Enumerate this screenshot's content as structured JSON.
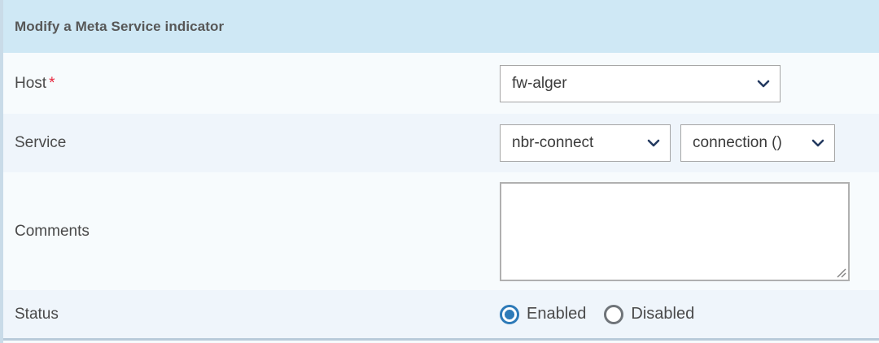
{
  "header": {
    "title": "Modify a Meta Service indicator"
  },
  "form": {
    "rows": [
      {
        "label": "Host",
        "required_marker": "*"
      },
      {
        "label": "Service"
      },
      {
        "label": "Comments"
      },
      {
        "label": "Status"
      }
    ],
    "host_select": {
      "value": "fw-alger",
      "icon": "chevron-down-icon"
    },
    "service_select": {
      "value": "nbr-connect",
      "icon": "chevron-down-icon"
    },
    "metric_select": {
      "value": "connection ()",
      "icon": "chevron-down-icon"
    },
    "comments_textarea": {
      "value": "",
      "placeholder": ""
    },
    "status": {
      "options": [
        {
          "label": "Enabled",
          "selected": true
        },
        {
          "label": "Disabled",
          "selected": false
        }
      ]
    }
  },
  "colors": {
    "header_bg": "#cfe8f5",
    "row_light": "#f7fbfd",
    "row_dark": "#eff5fb",
    "accent_left_border": "#c9dbe8",
    "required_star": "#e8243c",
    "radio_selected": "#2d7ab8",
    "radio_unselected": "#6f7479",
    "chevron": "#243a60",
    "bottom_border": "#b9cbda"
  }
}
